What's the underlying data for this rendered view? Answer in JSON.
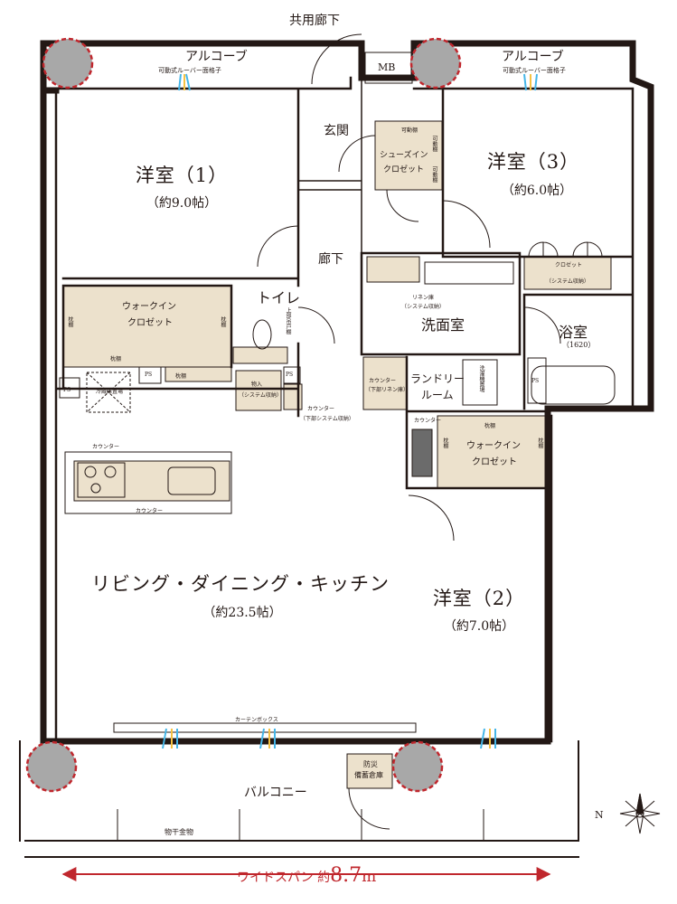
{
  "labels": {
    "common_corridor": "共用廊下",
    "alcove_left": "アルコーブ",
    "alcove_right": "アルコーブ",
    "louver_left": "可動式ルーバー面格子",
    "louver_right": "可動式ルーバー面格子",
    "mb": "MB",
    "entrance": "玄関",
    "corridor": "廊下",
    "toilet": "トイレ",
    "upper_cabinet": "上部吊戸棚",
    "washroom": "洗面室",
    "bath": "浴室",
    "bath_size": "（1620）",
    "laundry_room_1": "ランドリー",
    "laundry_room_2": "ルーム",
    "washer_space": "洗濯機置場",
    "linen": "リネン庫",
    "linen_sub": "（システム収納）",
    "counter_linen": "カウンター",
    "counter_linen_sub": "（下部リネン庫）",
    "counter_small": "カウンター",
    "storage": "物入",
    "storage_sub": "（システム収納）",
    "counter_lower": "カウンター",
    "counter_lower_sub": "（下部システム収納）",
    "shoes_closet_1": "シューズイン",
    "shoes_closet_2": "クロゼット",
    "movable_shelf": "可動棚",
    "room1": "洋室（1）",
    "room1_size": "（約9.0帖）",
    "room3": "洋室（3）",
    "room3_size": "（約6.0帖）",
    "room2": "洋室（2）",
    "room2_size": "（約7.0帖）",
    "ldk": "リビング・ダイニング・キッチン",
    "ldk_size": "（約23.5帖）",
    "wic_1": "ウォークイン",
    "wic_2": "クロゼット",
    "shelf": "枕棚",
    "ps": "PS",
    "fridge": "冷蔵庫置場",
    "counter": "カウンター",
    "closet3": "クロゼット",
    "closet3_sub": "（システム収納）",
    "curtain_box": "カーテンボックス",
    "balcony": "バルコニー",
    "disaster_storage_1": "防災",
    "disaster_storage_2": "備蓄倉庫",
    "clothes_pole": "物干金物",
    "compass": "N",
    "wide_span_label": "ワイドスパン 約",
    "wide_span_value": "8.7",
    "wide_span_unit": "m"
  },
  "colors": {
    "wall": "#231815",
    "floor": "#ffffff",
    "closet": "#ece1cc",
    "accent_red": "#c0272d",
    "circle_gray": "#a8a8a8",
    "window_blue": "#45b6e8",
    "window_yellow": "#f5c242"
  }
}
